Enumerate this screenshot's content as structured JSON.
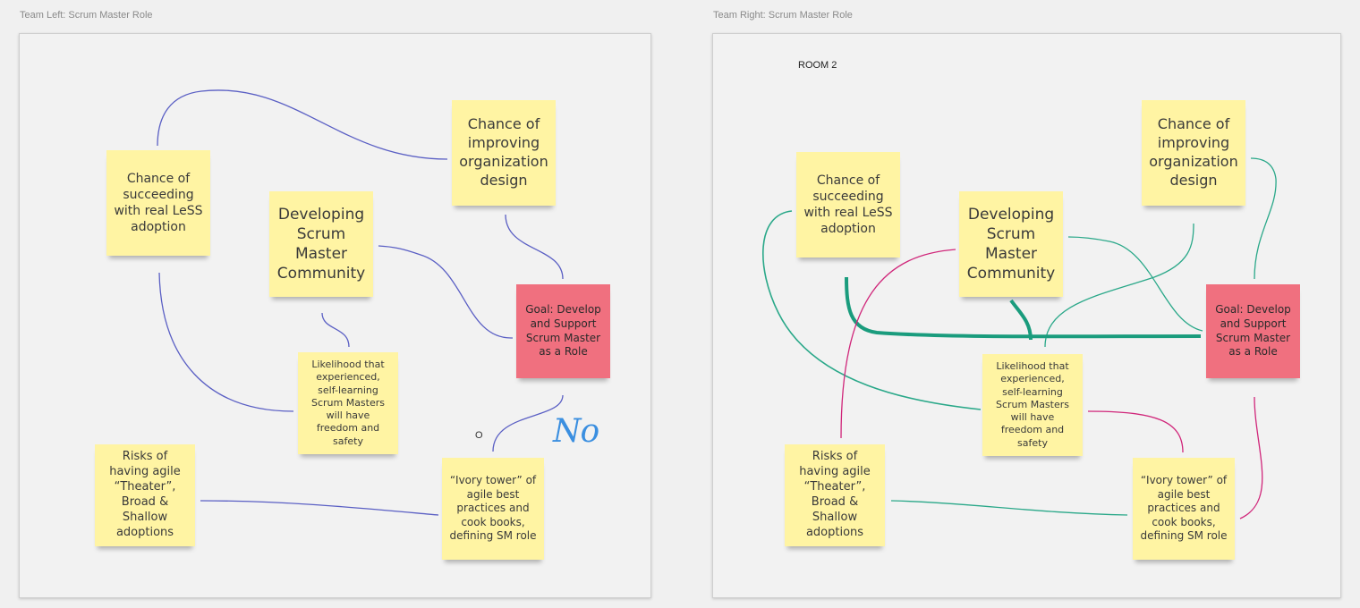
{
  "frames": {
    "left": {
      "title": "Team Left: Scrum Master Role"
    },
    "right": {
      "title": "Team Right: Scrum Master Role",
      "room_label": "ROOM 2"
    }
  },
  "notes": {
    "succeeding": "Chance of succeeding with real LeSS adoption",
    "improving": "Chance of improving organization design",
    "community": "Developing Scrum Master Community",
    "goal": "Goal: Develop and Support Scrum Master as a Role",
    "likelihood": "Likelihood that experienced, self-learning Scrum Masters will have freedom and safety",
    "risks": "Risks of having agile “Theater”, Broad & Shallow adoptions",
    "ivory": "“Ivory tower” of agile best practices and cook books, defining SM role"
  },
  "left_marks": {
    "o_mark": "O",
    "handwriting": "No"
  },
  "colors": {
    "sticky_yellow": "#fff4a3",
    "sticky_red": "#f0707f",
    "left_arrow": "#5a5fc4",
    "right_teal": "#2aa889",
    "right_magenta": "#d0267a",
    "handwriting": "#3b8fe0"
  }
}
